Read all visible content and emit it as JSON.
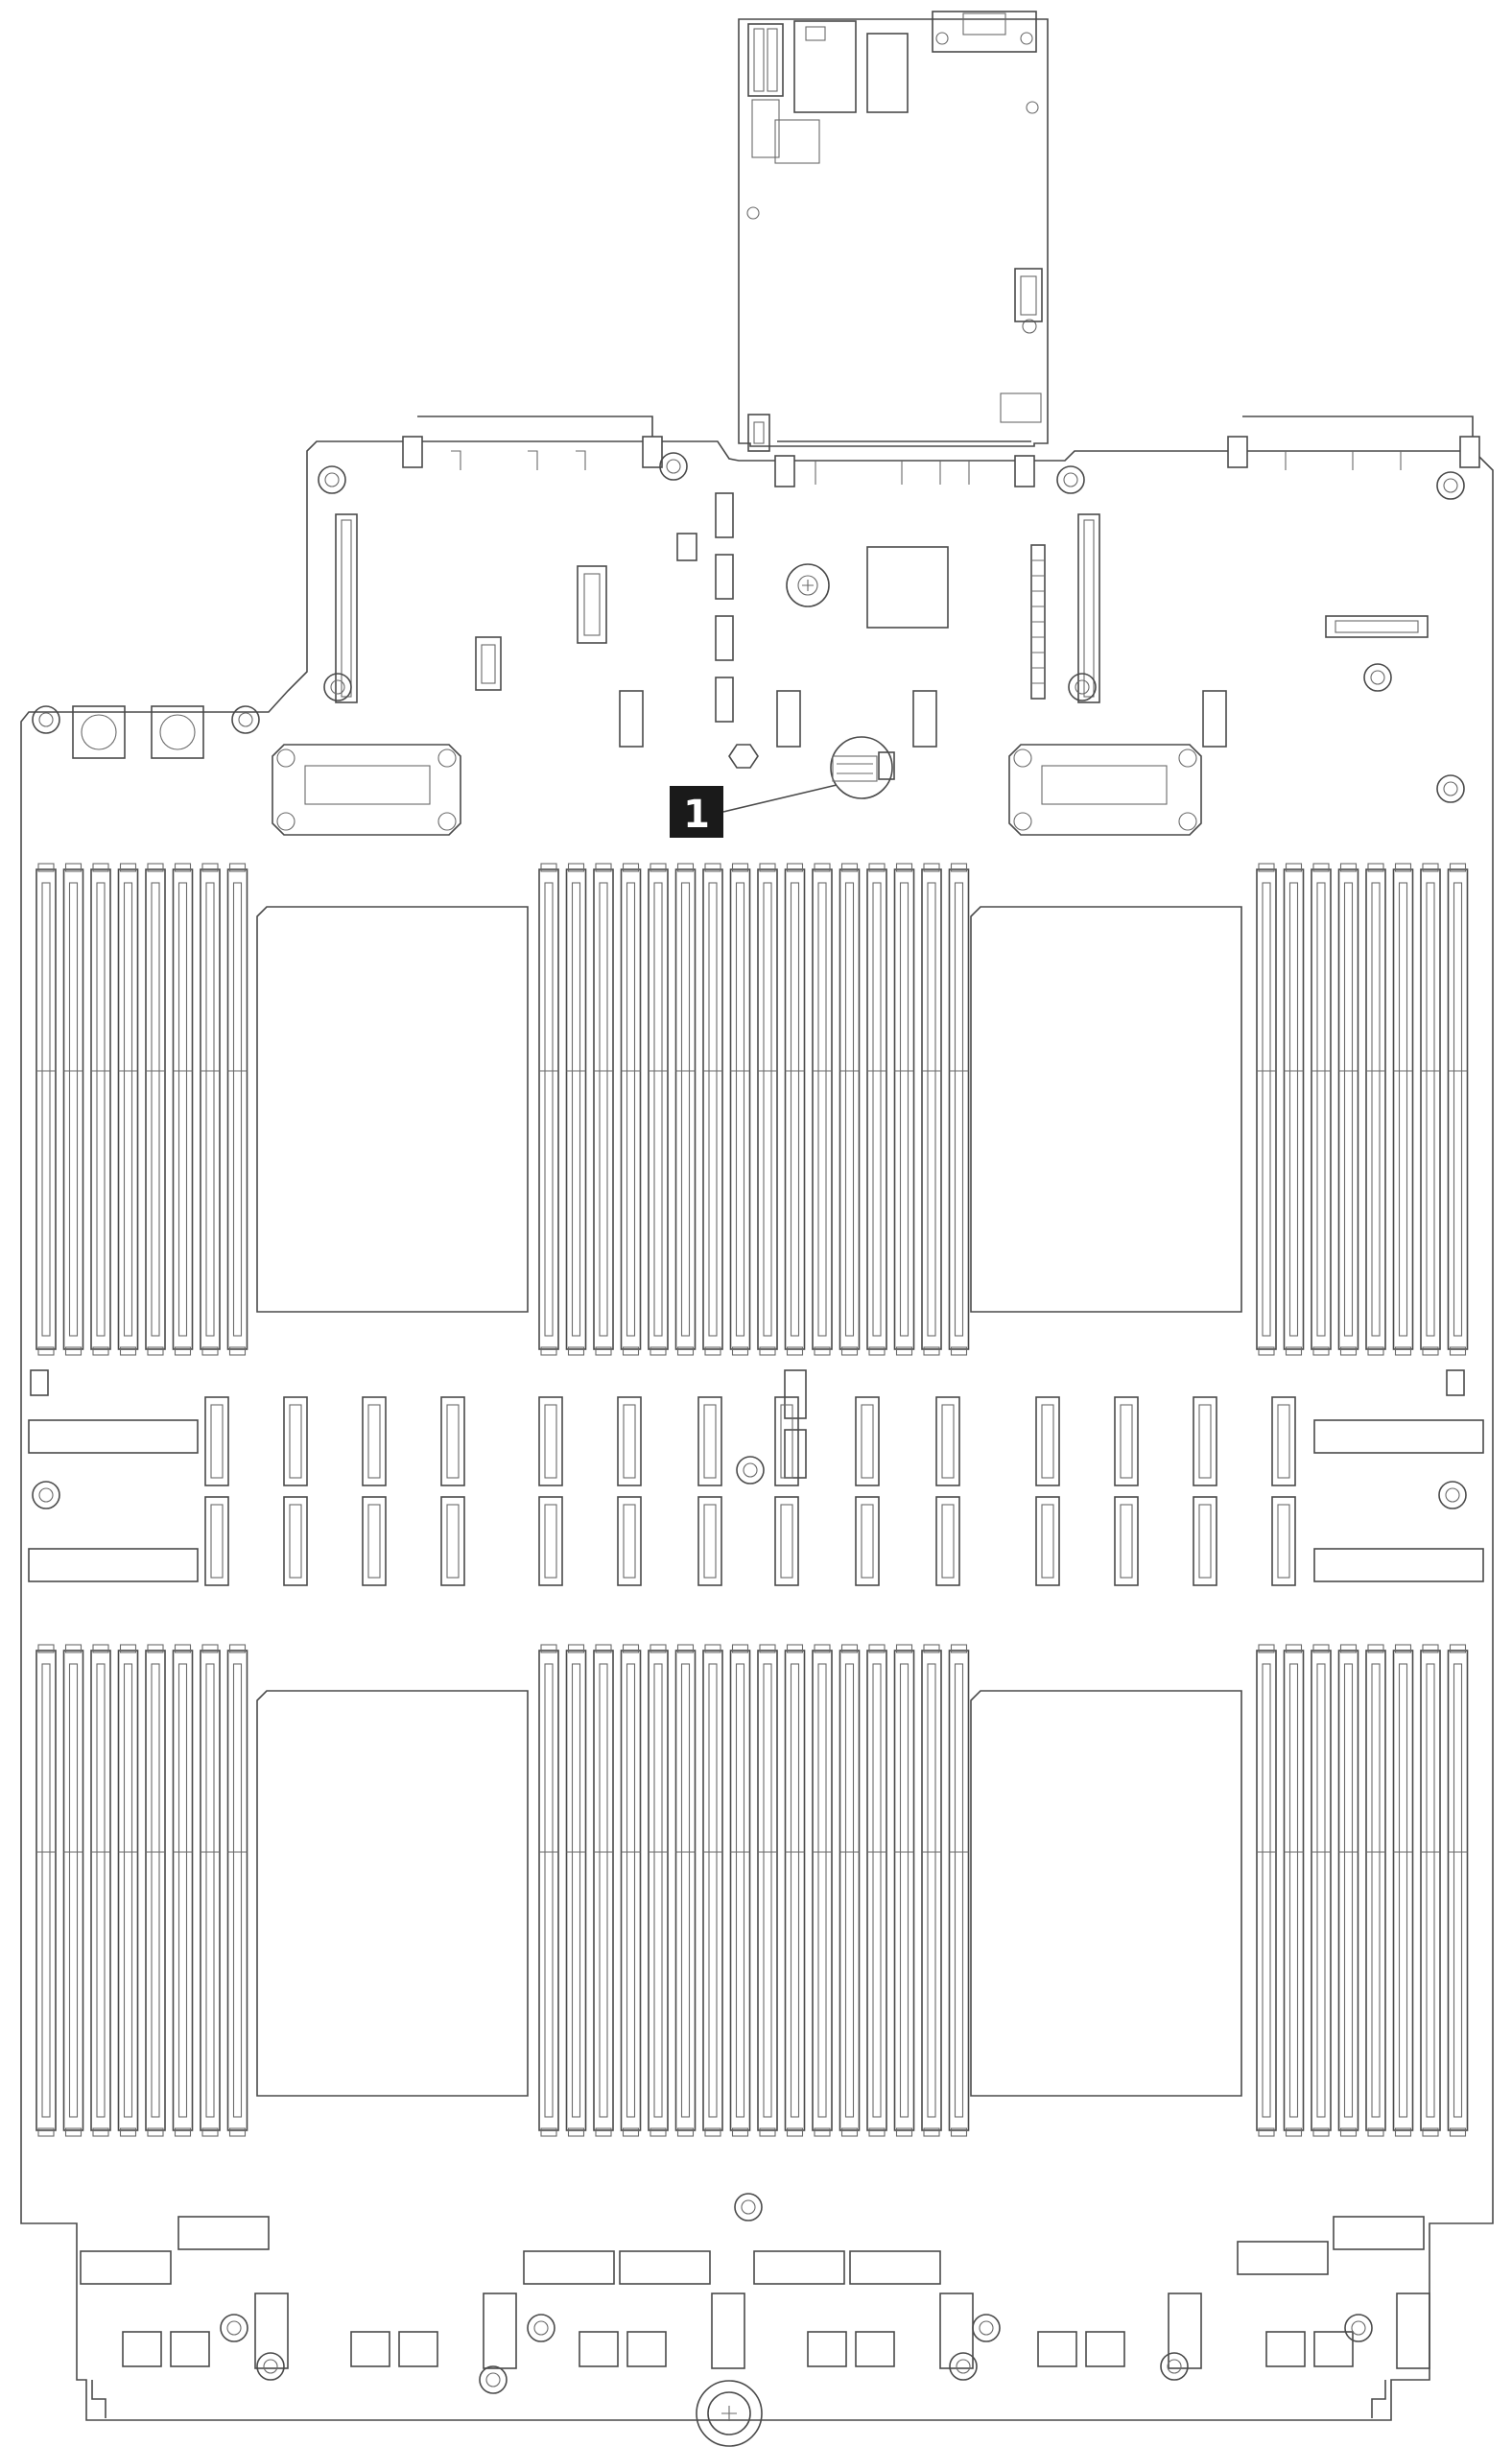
{
  "diagram": {
    "type": "system-board-line-drawing",
    "colors": {
      "line": "#4a4a4a",
      "background": "#ffffff",
      "callout_fill": "#1a1a1a",
      "callout_text": "#ffffff"
    },
    "callouts": [
      {
        "label": "1",
        "target": "coin-cell-battery"
      }
    ]
  }
}
